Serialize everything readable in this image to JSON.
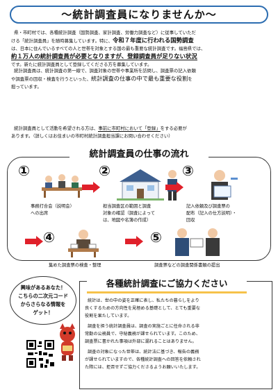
{
  "title": "～統計調査員になりませんか～",
  "intro": {
    "line1": "県・市町村では、各種統計調査（国勢調査、家計調査、労働力調査など）に従事していただ",
    "line2a": "ける「統計調査員」を随時募集しています。特に、",
    "line2b": "令和７年度に行われる国勢調査",
    "line3": "は、日本に住んでいるすべての人と世帯を対象とする国の最も重要な統計調査です。福島県では、",
    "line4a": "約１万人の統計調査員が必要となりますが、",
    "line4b": "登録調査員が足りない状況",
    "line5": "です。新たに統計調査員として登録してくださる方を募集しています。"
  },
  "role": {
    "line1": "統計調査員は、統計調査の第一線で、調査対象の世帯や事業所を訪問し、調査票の記入依頼",
    "line2a": "や調査票の回収・検査を行うといった、",
    "line2b": "統計調査の仕事の中で最も重要な役割",
    "line2c": "を",
    "line3": "担っています。"
  },
  "register": {
    "line1a": "統計調査員として活動を希望される方は、",
    "line1b": "事前に市町村において「登録」",
    "line1c": "をする必要が",
    "line2": "あります。（詳しくはお住まいの市町村統計調査担当課にお問い合わせください）"
  },
  "flow": {
    "title": "統計調査員の仕事の流れ",
    "steps": [
      {
        "num": "①",
        "caption": "事務打合会（説明会）\nへの出席"
      },
      {
        "num": "②",
        "caption": "担当調査区の範囲と調査\n対象の確認（調査によって\nは、地図や名簿の作成）"
      },
      {
        "num": "③",
        "caption": "記入依頼及び調査票の\n配布（記入の仕方説明）・\n回収"
      },
      {
        "num": "④",
        "caption": "集めた調査票の検査・整理"
      },
      {
        "num": "⑤",
        "caption": "調査票などの調査関係書類の提出"
      }
    ]
  },
  "speech": {
    "line1": "興味があるあなた！",
    "line2": "こちらの二次元コード",
    "line3": "からさらなる情報を",
    "line4": "ゲット！"
  },
  "coop": {
    "heading": "各種統計調査にご協力ください",
    "p1": [
      "統計は、世の中の姿を正確に表し、私たちの暮らしをより",
      "良くするための方向性を見極める基礎として、とても重要な",
      "役割を果たしています。"
    ],
    "p2": [
      "調査を担う統計調査員は、調査の実施ごとに任命される非",
      "常勤の公務員で、守秘義務が課せられています。このため、",
      "調査票に書かれた事項は外部に漏れることはありません。"
    ],
    "p3": [
      "調査の対象になった世帯は、統計法に基づき、報告の義務",
      "が課せられていますので、各種統計調査への回答を依頼され",
      "た際には、拒否せずご協力くださるようお願いいたします。"
    ]
  },
  "colors": {
    "accent_blue": "#2b6cb0",
    "arrow_red": "#e0202a",
    "highlight_yellow": "#f6c24a"
  }
}
